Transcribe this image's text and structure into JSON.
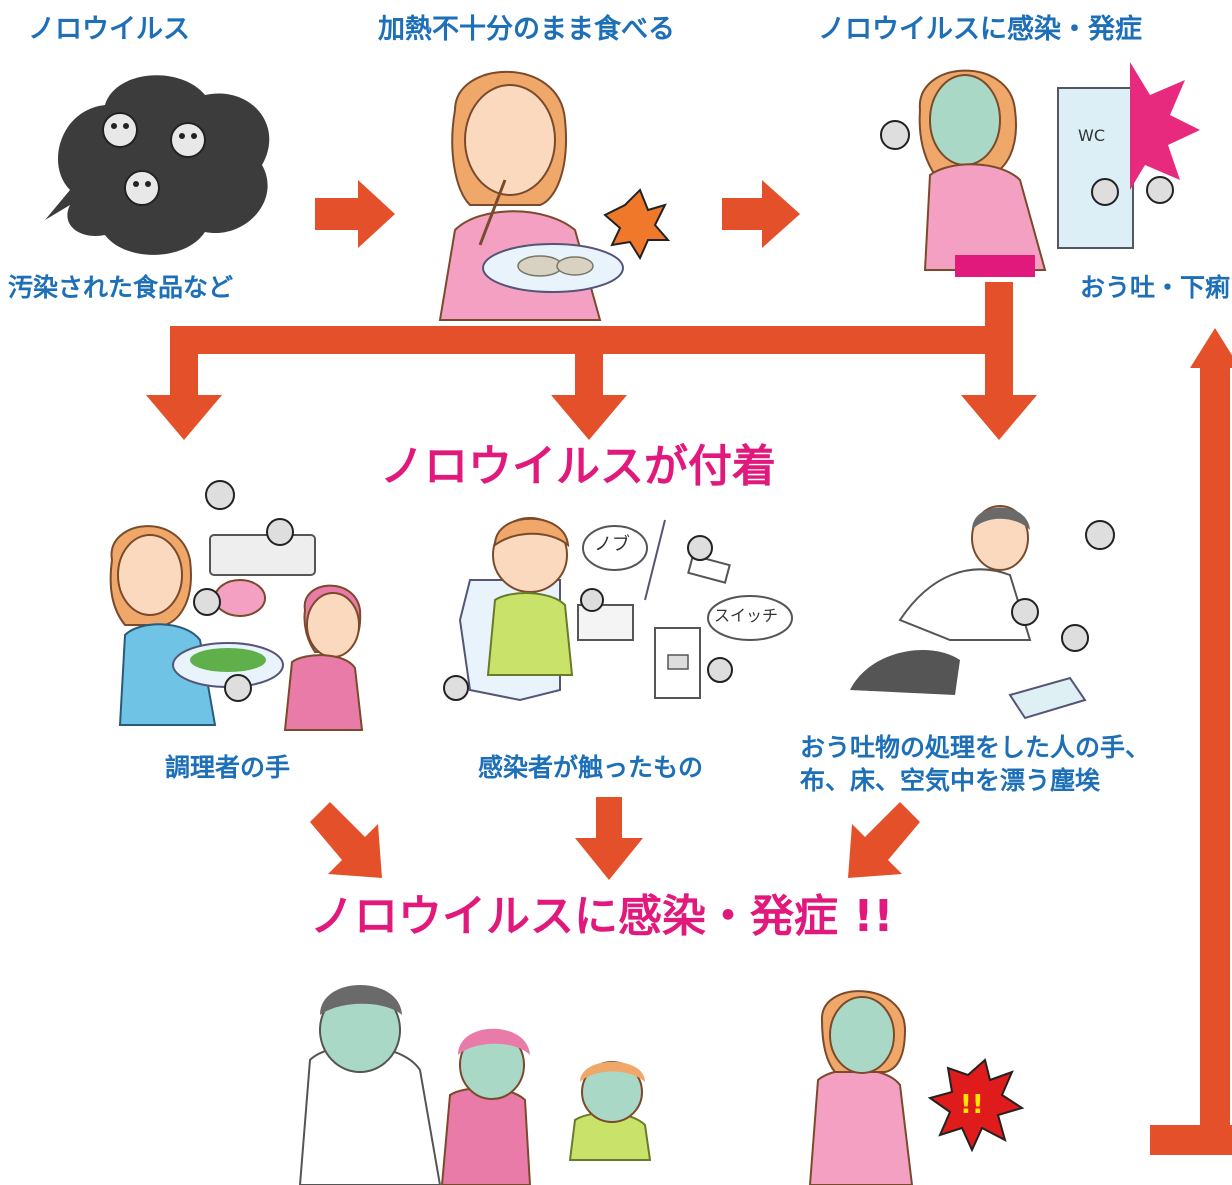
{
  "top": {
    "stage1_title": "ノロウイルス",
    "stage1_caption": "汚染された食品など",
    "stage2_title": "加熱不十分のまま食べる",
    "stage3_title": "ノロウイルスに感染・発症",
    "stage3_caption": "おう吐・下痢"
  },
  "middle": {
    "headline": "ノロウイルスが付着",
    "left_caption": "調理者の手",
    "center_caption": "感染者が触ったもの",
    "right_caption_line1": "おう吐物の処理をした人の手、",
    "right_caption_line2": "布、床、空気中を漂う塵埃",
    "bubble_knob": "ノブ",
    "bubble_switch": "スイッチ"
  },
  "bottom": {
    "headline": "ノロウイルスに感染・発症 !!"
  },
  "misc": {
    "wc_sign": "WC",
    "alarm_mark": "!!"
  },
  "colors": {
    "arrow": "#e4502a",
    "caption_blue": "#1d6fb8",
    "headline_pink": "#e2197c",
    "virus_dark": "#3a3a3a",
    "skin": "#fbd9bf",
    "hair": "#f0a76a",
    "sick_skin": "#a9d8c7",
    "pink_clothes": "#f3a0c3"
  }
}
